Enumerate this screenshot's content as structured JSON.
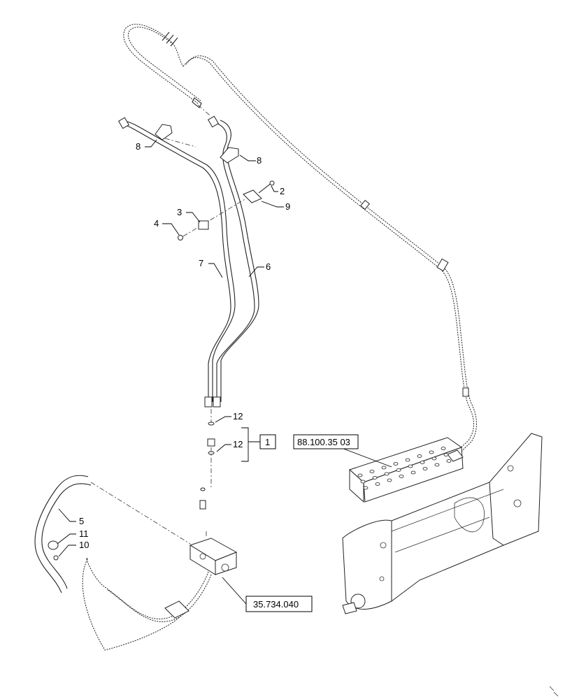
{
  "labels": {
    "l1": "8",
    "l2": "8",
    "l3": "2",
    "l4": "9",
    "l5": "3",
    "l6": "4",
    "l7": "7",
    "l8": "6",
    "l9": "12",
    "l10": "12",
    "l11": "1",
    "l12": "5",
    "l13": "11",
    "l14": "10"
  },
  "references": {
    "ref_top": "88.100.35 03",
    "ref_bottom": "35.734.040"
  }
}
